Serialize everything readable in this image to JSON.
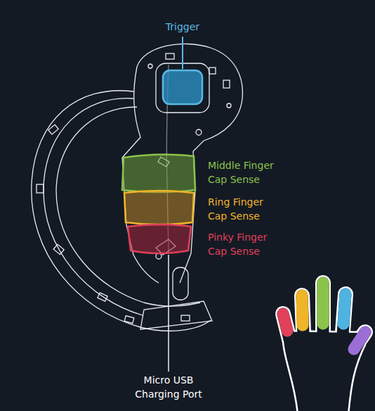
{
  "diagram": {
    "labels": [
      "Trigger",
      "Middle Finger Cap Sense",
      "Ring Finger Cap Sense",
      "Pinky Finger Cap Sense",
      "Micro USB Charging Port"
    ]
  }
}
